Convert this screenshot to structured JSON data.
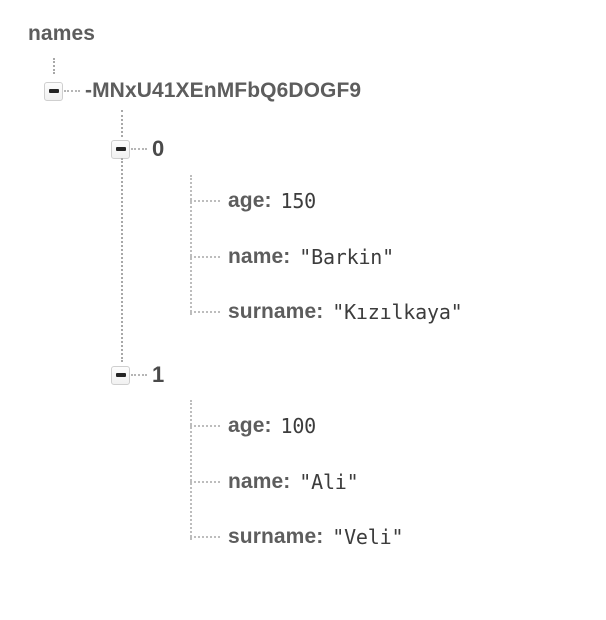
{
  "view": {
    "name": "firebase-realtime-database-tree",
    "background": "#ffffff",
    "key_color": "#5d5d5d",
    "value_color": "#3c3c3c",
    "line_color": "#bdbdbd"
  },
  "tree": {
    "root_label": "names",
    "push_node": {
      "key": "-MNxU41XEnMFbQ6DOGF9",
      "toggle_state": "expanded",
      "toggle_glyph": "minus-icon"
    },
    "children": [
      {
        "index_label": "0",
        "toggle_state": "expanded",
        "toggle_glyph": "minus-icon",
        "fields": [
          {
            "key": "age",
            "separator": ":",
            "value": "150"
          },
          {
            "key": "name",
            "separator": ":",
            "value": "\"Barkin\""
          },
          {
            "key": "surname",
            "separator": ":",
            "value": "\"Kızılkaya\""
          }
        ]
      },
      {
        "index_label": "1",
        "toggle_state": "expanded",
        "toggle_glyph": "minus-icon",
        "fields": [
          {
            "key": "age",
            "separator": ":",
            "value": "100"
          },
          {
            "key": "name",
            "separator": ":",
            "value": "\"Ali\""
          },
          {
            "key": "surname",
            "separator": ":",
            "value": "\"Veli\""
          }
        ]
      }
    ]
  }
}
